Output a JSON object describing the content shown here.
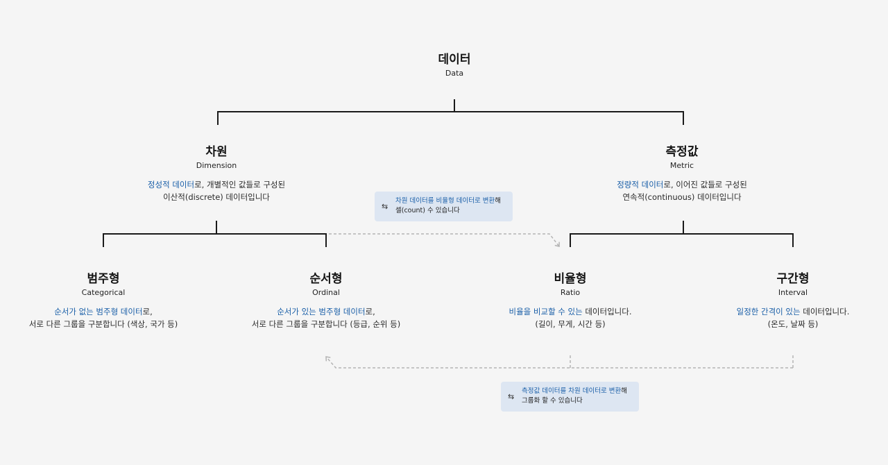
{
  "root": {
    "title": "데이터",
    "subtitle": "Data"
  },
  "dimension": {
    "title": "차원",
    "subtitle": "Dimension",
    "desc_hl": "정성적 데이터",
    "desc_rest": "로, 개별적인 값들로 구성된",
    "desc_line2": "이산적(discrete) 데이터입니다"
  },
  "metric": {
    "title": "측정값",
    "subtitle": "Metric",
    "desc_hl": "정량적 데이터",
    "desc_rest": "로, 이어진 값들로 구성된",
    "desc_line2": "연속적(continuous) 데이터입니다"
  },
  "categorical": {
    "title": "범주형",
    "subtitle": "Categorical",
    "desc_hl": "순서가 없는 범주형 데이터",
    "desc_rest": "로,",
    "desc_line2": "서로 다른 그룹을 구분합니다 (색상, 국가 등)"
  },
  "ordinal": {
    "title": "순서형",
    "subtitle": "Ordinal",
    "desc_hl": "순서가 있는 범주형 데이터",
    "desc_rest": "로,",
    "desc_line2": "서로 다른 그룹을 구분합니다 (등급, 순위 등)"
  },
  "ratio": {
    "title": "비율형",
    "subtitle": "Ratio",
    "desc_hl": "비율을 비교할 수 있는",
    "desc_rest": " 데이터입니다.",
    "desc_line2": "(길이, 무게, 시간 등)"
  },
  "interval": {
    "title": "구간형",
    "subtitle": "Interval",
    "desc_hl": "일정한 간격이 있는",
    "desc_rest": " 데이터입니다.",
    "desc_line2": "(온도, 날짜 등)"
  },
  "note_top": {
    "icon": "swap-arrows-icon",
    "glyph": "⇆",
    "hl": "차원 데이터를 비율형 데이터로 변환",
    "rest": "해",
    "line2": "셀(count) 수 있습니다"
  },
  "note_bottom": {
    "icon": "swap-arrows-icon",
    "glyph": "⇆",
    "hl": "측정값 데이터를 차원 데이터로 변환",
    "rest": "해",
    "line2": "그룹화 할 수 있습니다"
  },
  "colors": {
    "highlight": "#1a5fa8",
    "note_bg": "#dde6f2",
    "line": "#1a1a1a",
    "dashed": "#b3b3b3",
    "background": "#f5f5f5"
  }
}
